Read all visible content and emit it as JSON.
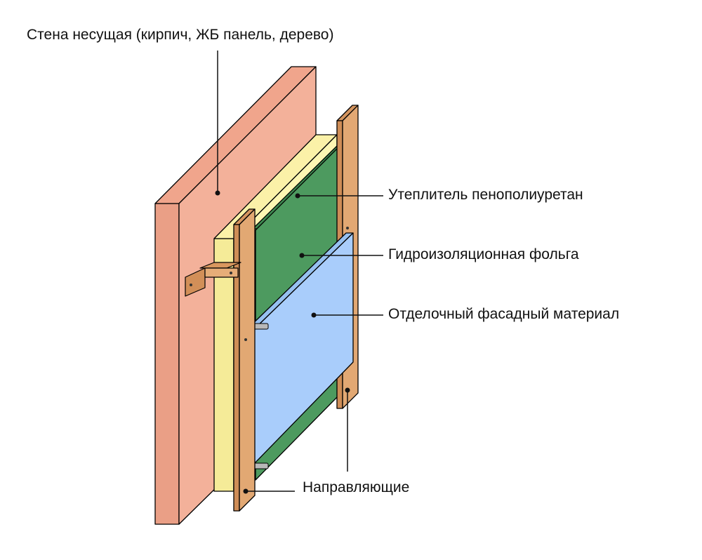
{
  "labels": {
    "wall": "Стена несущая (кирпич, ЖБ панель, дерево)",
    "insulation": "Утеплитель пенополиуретан",
    "foil": "Гидроизоляционная фольга",
    "facade": "Отделочный фасадный материал",
    "guides": "Направляющие"
  },
  "colors": {
    "wall_front": "#f3b19a",
    "wall_side": "#ea9f86",
    "insulation": "#fdf6b3",
    "foil": "#4d9a5f",
    "facade": "#a9cdfb",
    "guide": "#e2a873",
    "outline": "#000000"
  }
}
